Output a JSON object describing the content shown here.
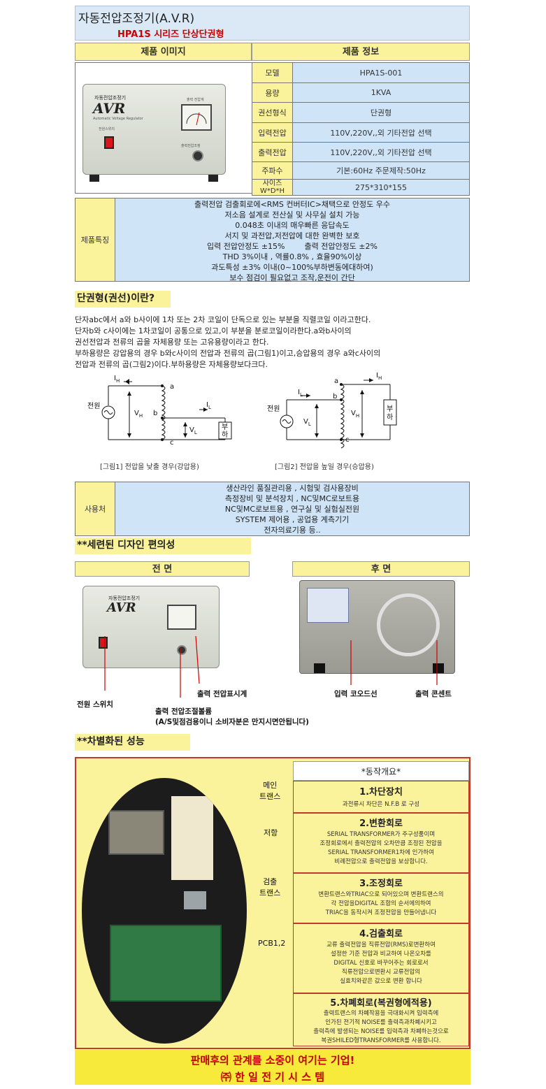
{
  "header": {
    "title": "자동전압조정기(A.V.R)",
    "subtitle": "HPA1S 시리즈 단상단권형"
  },
  "columns": {
    "image": "제품 이미지",
    "info": "제품 정보"
  },
  "device_front": {
    "brand_small": "자동전압조정기",
    "brand": "AVR",
    "brand_sub": "Automatic Voltage Regulator",
    "meter_label": "출력 전압계",
    "switch_label": "전원스위치",
    "knob_label": "출력전압조정"
  },
  "specs": [
    {
      "label": "모델",
      "value": "HPA1S-001"
    },
    {
      "label": "용량",
      "value": "1KVA"
    },
    {
      "label": "권선형식",
      "value": "단권형"
    },
    {
      "label": "입력전압",
      "value": "110V,220V,,외 기타전압 선택"
    },
    {
      "label": "출력전압",
      "value": "110V,220V,,외 기타전압 선택"
    },
    {
      "label": "주파수",
      "value": "기본:60Hz   주문제작:50Hz"
    },
    {
      "label": "사이즈\nW*D*H",
      "value": "275*310*155"
    }
  ],
  "features": {
    "label": "제품특징",
    "lines": [
      "출력전압 검출회로에<RMS 컨버터IC>채택으로 안정도 우수",
      "저소음 설계로 전산실 및 사무실 설치 가능",
      "0.048초 이내의 매우빠른 응답속도",
      "서지 및 과전압,저전압에 대한 완벽한 보호",
      "입력 전압안정도 ±15%        출력 전압안정도 ±2%",
      "THD 3%이내 , 역률0.8% , 효율90%이상",
      "과도특성 ±3% 이내(0~100%부하변동에대하여)",
      "보수 점검이 필요없고 조작,운전이 간단"
    ]
  },
  "explain": {
    "title": "단권형(권선)이란?",
    "lines": [
      "단자abc에서 a와 b사이에 1차 또는 2차 코일이 단독으로 있는 부분을 직렬코일 이라고한다.",
      "단자b와 c사이에는 1차코일이 공통으로 있고,이 부분을 분로코일이라한다.a와b사이의",
      "권선전압과 전류의 곱을 자체용량 또는 고유용량이라고 한다.",
      "부하용량은 강압용의 경우 b와c사이의 전압과 전류의 곱(그림1)이고,승압용의 경우 a와c사이의",
      "전압과 전류의 곱(그림2)이다.부하용량은 자체용량보다크다."
    ]
  },
  "circuits": {
    "fig1": {
      "caption": "[그림1] 전압을 낮출 경우(강압용)",
      "source": "전원",
      "ih": "I",
      "ih_sub": "H",
      "vh": "V",
      "vh_sub": "H",
      "il": "I",
      "il_sub": "L",
      "vl": "V",
      "vl_sub": "L",
      "load": "부\n하",
      "a": "a",
      "b": "b",
      "c": "c"
    },
    "fig2": {
      "caption": "[그림2] 전압을 높일 경우(승압용)",
      "source": "전원",
      "ih": "I",
      "ih_sub": "H",
      "vh": "V",
      "vh_sub": "H",
      "il": "I",
      "il_sub": "L",
      "vl": "V",
      "vl_sub": "L",
      "load": "부\n하",
      "a": "a",
      "b": "b",
      "c": "c"
    }
  },
  "usage": {
    "label": "사용처",
    "lines": [
      "생산라인 품질관리용 , 시험및 검사용장비",
      "측정장비 및 분석장치 , NC및MC로보트용",
      "NC및MC로보트용 , 연구실 및 실험실전원",
      "SYSTEM 제어용 , 공업용 계측기기",
      "전자의료기용 등.."
    ]
  },
  "design": {
    "title": "**세련된 디자인 편의성",
    "front_label": "전 면",
    "rear_label": "후 면",
    "callouts": {
      "power_switch": "전원 스위치",
      "voltage_knob": "출력 전압조절볼륨",
      "knob_note": "(A/S및점검용이니 소비자분은 만지시면안됩니다)",
      "voltmeter": "출력 전압표시계",
      "input_cord": "입력 코오드선",
      "outlet": "출력 콘센트"
    }
  },
  "performance": {
    "title": "**차별화된 성능",
    "callouts": {
      "main_trans": "메인\n트랜스",
      "resistor": "저항",
      "detect_trans": "검출\n트랜스",
      "pcb": "PCB1,2"
    },
    "overview_title": "*동작개요*",
    "blocks": [
      {
        "title": "1.차단장치",
        "body": "과전류시 차단은 N.F.B 로 구성"
      },
      {
        "title": "2.변환회로",
        "body": "SERIAL TRANSFORMER가 주구성품이며\n조정회로에서 출력전압의 오차만큼 조정된 전압을\nSERIAL TRANSFORMER1차에 인가하여\n비례전압으로 출력전압을 보상합니다."
      },
      {
        "title": "3.조정회로",
        "body": "변환트랜스와TRIAC으로 되어있으며 변환트랜스의\n각 전압을DIGITAL 조합의 순서에의하여\nTRIAC을 동작시켜 조정전압을 만들어냅니다"
      },
      {
        "title": "4.검출회로",
        "body": "교류 출력전압을 직류전압(RMS)로변환하여\n설정한 기준 전압과 비교하여 나온오차를\nDIGITAL 신호로 바꾸어주는 회로로서\n직류전압으로변환시 교류전압의\n실효치와같은 값으로 변환 합니다"
      },
      {
        "title": "5.차폐회로(복권형에적용)",
        "body": "출력트랜스의 차폐작용을 극대화시켜 입력측에\n인가된 전기적 NOISE를 출력측과차폐시키고\n출력측에 발생되는 NOISE를 입력측과 차폐하는것으로\n복권SHILED형TRANSFORMER를 사용합니다."
      }
    ]
  },
  "footer": {
    "line1": "판매후의 관계를 소중이 여기는 기업!",
    "line2": "㈜ 한 일 전 기 시 스 템"
  },
  "colors": {
    "yellow": "#fbf29c",
    "blue": "#cfe4f7",
    "red": "#cc0000",
    "banner": "#f7ea3a"
  }
}
